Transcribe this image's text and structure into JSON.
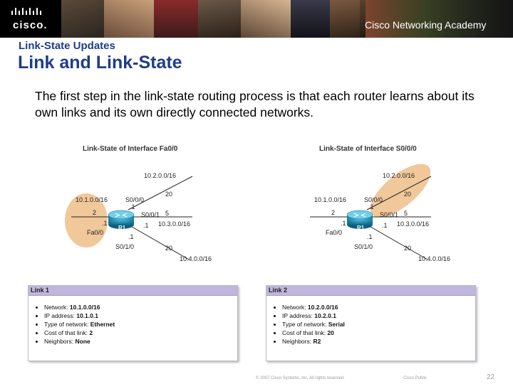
{
  "header": {
    "logo_text": "cisco.",
    "academy_text": "Cisco Networking Academy"
  },
  "slide": {
    "subtitle": "Link-State Updates",
    "title": "Link and Link-State",
    "body": "The first step in the link-state routing process is that each router learns about its own links and its own directly connected networks."
  },
  "diagram_left": {
    "heading": "Link-State of Interface Fa0/0",
    "router": "R1",
    "net_top": "10.2.0.0/16",
    "net_left": "10.1.0.0/16",
    "net_right": "10.3.0.0/16",
    "net_bottom": "10.4.0.0/16",
    "cost_top": "20",
    "cost_left": "2",
    "cost_right": "5",
    "cost_bottom": "20",
    "if_s000": "S0/0/0",
    "if_s001": "S0/0/1",
    "if_s100": "S0/1/0",
    "if_fa00": "Fa0/0",
    "addr": ".1"
  },
  "diagram_right": {
    "heading": "Link-State of Interface S0/0/0",
    "router": "R1",
    "net_top": "10.2.0.0/16",
    "net_left": "10.1.0.0/16",
    "net_right": "10.3.0.0/16",
    "net_bottom": "10.4.0.0/16",
    "cost_top": "20",
    "cost_left": "2",
    "cost_right": "5",
    "cost_bottom": "20",
    "if_s000": "S0/0/0",
    "if_s001": "S0/0/1",
    "if_s100": "S0/1/0",
    "if_fa00": "Fa0/0",
    "addr": ".1"
  },
  "link1": {
    "heading": "Link 1",
    "network_label": "Network:",
    "network_value": "10.1.0.0/16",
    "ip_label": "IP address:",
    "ip_value": "10.1.0.1",
    "type_label": "Type of network:",
    "type_value": "Ethernet",
    "cost_label": "Cost of that link:",
    "cost_value": "2",
    "neighbors_label": "Neighbors:",
    "neighbors_value": "None"
  },
  "link2": {
    "heading": "Link 2",
    "network_label": "Network:",
    "network_value": "10.2.0.0/16",
    "ip_label": "IP address:",
    "ip_value": "10.2.0.1",
    "type_label": "Type of network:",
    "type_value": "Serial",
    "cost_label": "Cost of that link:",
    "cost_value": "20",
    "neighbors_label": "Neighbors:",
    "neighbors_value": "R2"
  },
  "footer": {
    "copyright": "© 2007 Cisco Systems, Inc. All rights reserved.",
    "classification": "Cisco Public",
    "page_number": "22"
  },
  "colors": {
    "title": "#1f3d87",
    "highlight": "#f0c89a",
    "router": "#1d8fb3",
    "box_header": "#bfb6dd"
  }
}
